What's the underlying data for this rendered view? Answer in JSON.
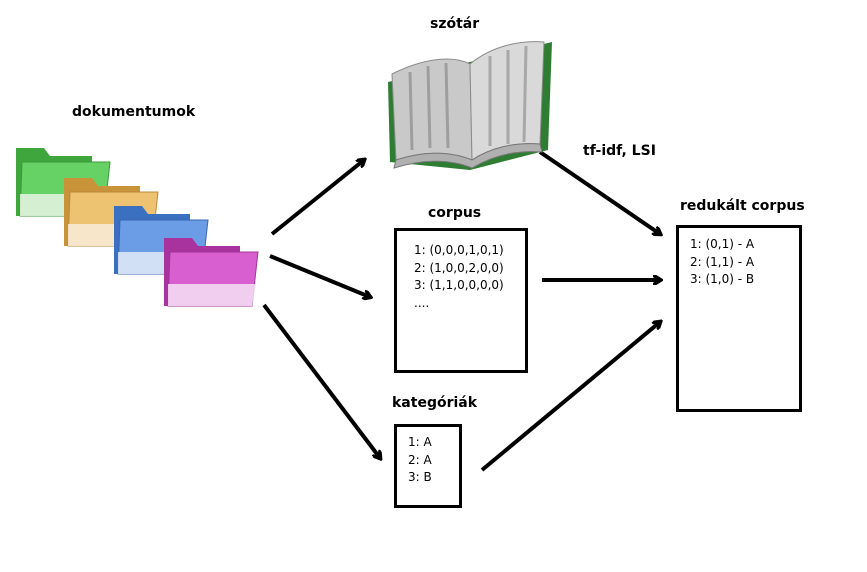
{
  "labels": {
    "dokumentumok": "dokumentumok",
    "szotar": "szótár",
    "corpus": "corpus",
    "kategoriak": "kategóriák",
    "redukalt": "redukált corpus",
    "method": "tf-idf, LSI"
  },
  "corpus_lines": [
    "1: (0,0,0,1,0,1)",
    "2: (1,0,0,2,0,0)",
    "3: (1,1,0,0,0,0)",
    "...."
  ],
  "kategoriak_lines": [
    "1: A",
    "2: A",
    "3: B"
  ],
  "redukalt_lines": [
    "1: (0,1) - A",
    "2: (1,1) - A",
    "3: (1,0) - B"
  ],
  "folder_colors": [
    "#5cc95a",
    "#e8b860",
    "#5b8fdc",
    "#d04fc8"
  ]
}
